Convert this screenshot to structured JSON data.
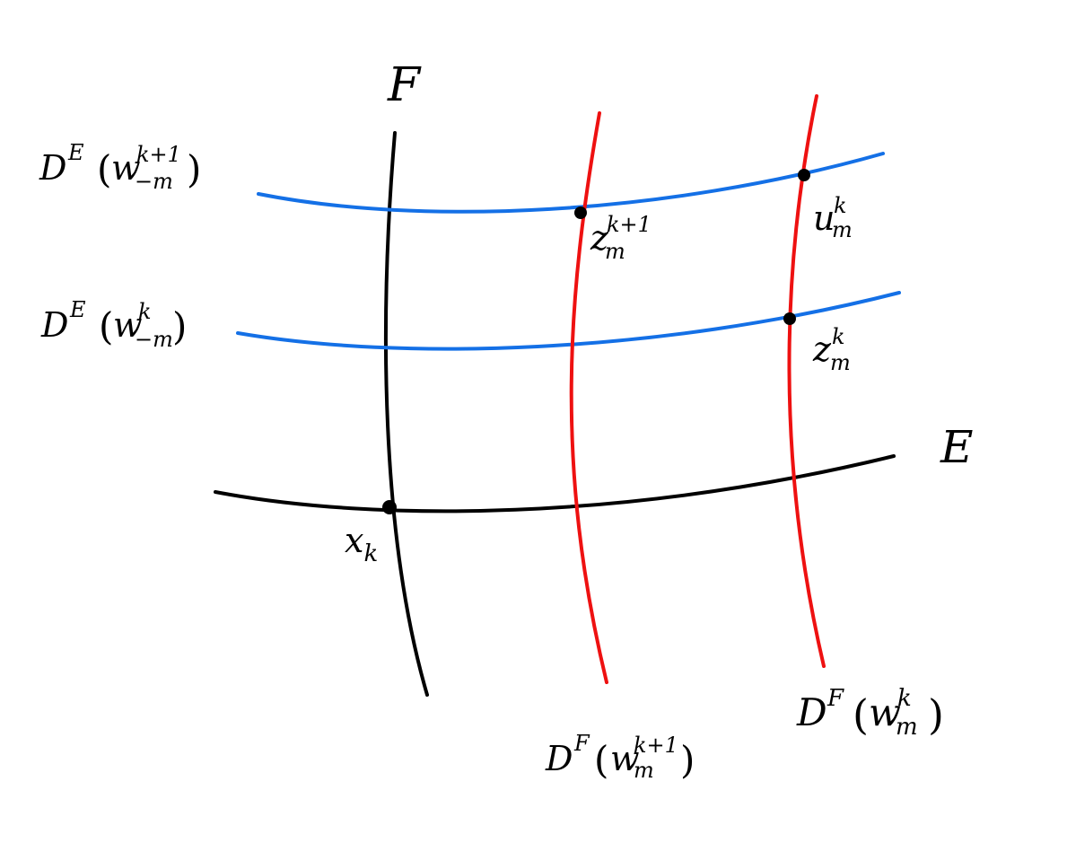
{
  "colors": {
    "axis": "#000000",
    "unstable_family": "#1470e6",
    "stable_family": "#ee1111",
    "point": "#000000",
    "background": "#ffffff"
  },
  "labels": {
    "F": "F",
    "E": "E",
    "x_k": {
      "base": "x",
      "sub": "k"
    },
    "z_k1": {
      "base": "z",
      "sup": "k+1",
      "sub": "m"
    },
    "u_k": {
      "base": "u",
      "sup": "k",
      "sub": "m"
    },
    "z_k": {
      "base": "z",
      "sup": "k",
      "sub": "m"
    },
    "de_k1": {
      "D": "D",
      "Dsup": "E",
      "paren_open": "(",
      "w": "w",
      "sup": "k+1",
      "sub": "−m",
      "paren_close": ")"
    },
    "de_k": {
      "D": "D",
      "Dsup": "E",
      "paren_open": "(",
      "w": "w",
      "sup": "k",
      "sub": "−m",
      "paren_close": ")"
    },
    "df_k1": {
      "D": "D",
      "Dsup": "F",
      "paren_open": "(",
      "w": "w",
      "sup": "k+1",
      "sub": "m",
      "paren_close": ")"
    },
    "df_k": {
      "D": "D",
      "Dsup": "F",
      "paren_open": "(",
      "w": "w",
      "sup": "k",
      "sub": "m",
      "paren_close": ")"
    }
  }
}
